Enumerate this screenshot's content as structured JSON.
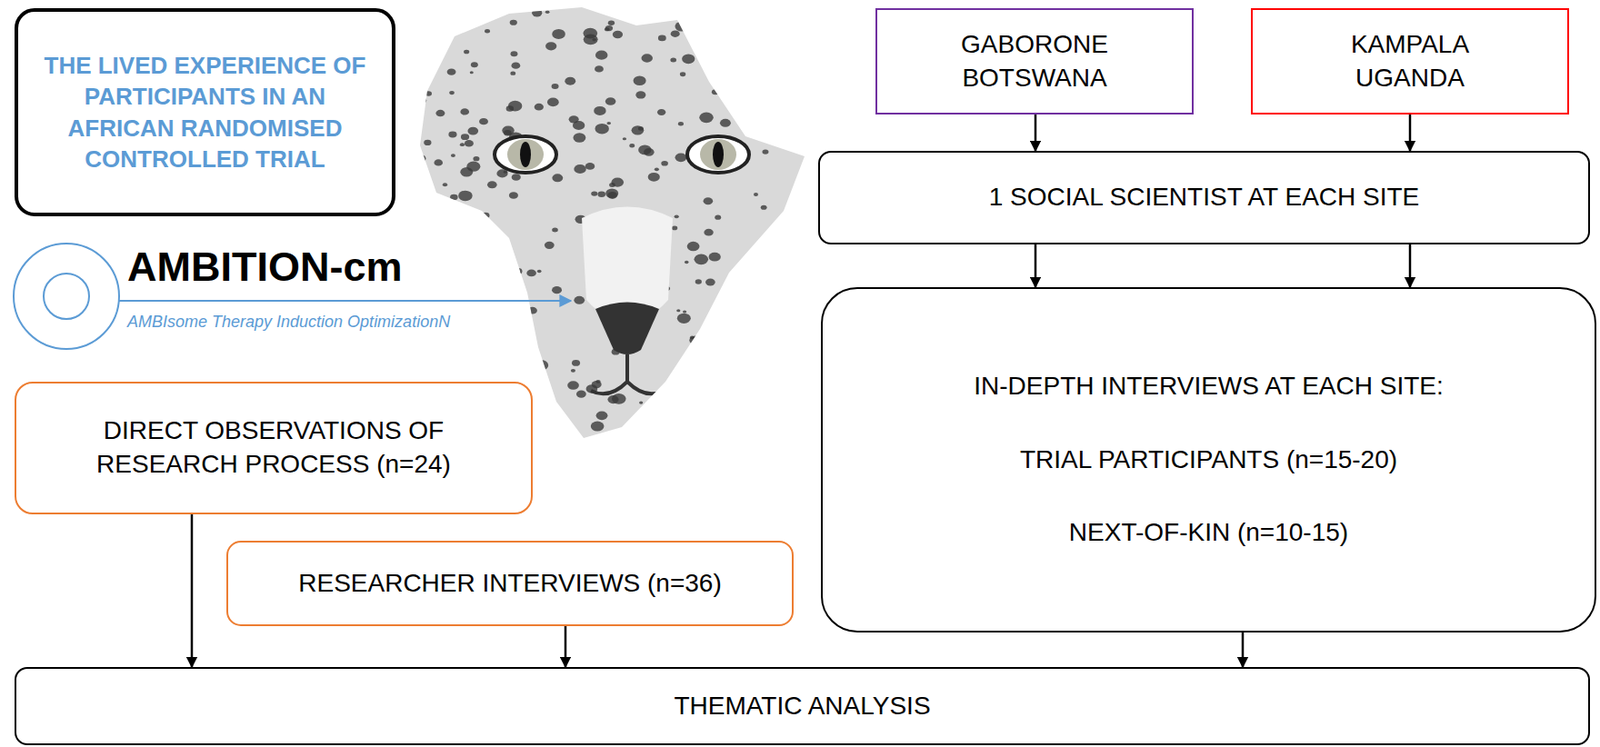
{
  "diagram": {
    "nodes": [
      {
        "text": [
          "THE LIVED EXPERIENCE OF PARTICIPANTS IN AN AFRICAN RANDOMISED CONTROLLED TRIAL"
        ]
      },
      {
        "text": [
          "GABORONE BOTSWANA"
        ]
      },
      {
        "text": [
          "KAMPALA UGANDA"
        ]
      },
      {
        "text": [
          "1 SOCIAL SCIENTIST AT EACH SITE"
        ]
      },
      {
        "text": [
          "IN-DEPTH INTERVIEWS AT EACH SITE:",
          "TRIAL PARTICIPANTS (n=15-20)",
          "NEXT-OF-KIN (n=10-15)"
        ]
      },
      {
        "text": [
          "DIRECT OBSERVATIONS OF RESEARCH PROCESS (n=24)"
        ]
      },
      {
        "text": [
          "RESEARCHER INTERVIEWS (n=36)"
        ]
      },
      {
        "text": [
          "THEMATIC ANALYSIS"
        ]
      }
    ],
    "edges": [
      {
        "from": 1,
        "to": 3,
        "arrow": "to"
      },
      {
        "from": 2,
        "to": 3,
        "arrow": "to"
      },
      {
        "from": 3,
        "to": 4,
        "arrow": "to"
      },
      {
        "from": 3,
        "to": 4,
        "arrow": "to"
      },
      {
        "from": 5,
        "to": 7,
        "arrow": "to"
      },
      {
        "from": 6,
        "to": 7,
        "arrow": "to"
      },
      {
        "from": 4,
        "to": 7,
        "arrow": "to"
      }
    ],
    "labels": [
      "AMBITION-cm",
      "AMBIsome Therapy Induction OptimizationN"
    ]
  }
}
